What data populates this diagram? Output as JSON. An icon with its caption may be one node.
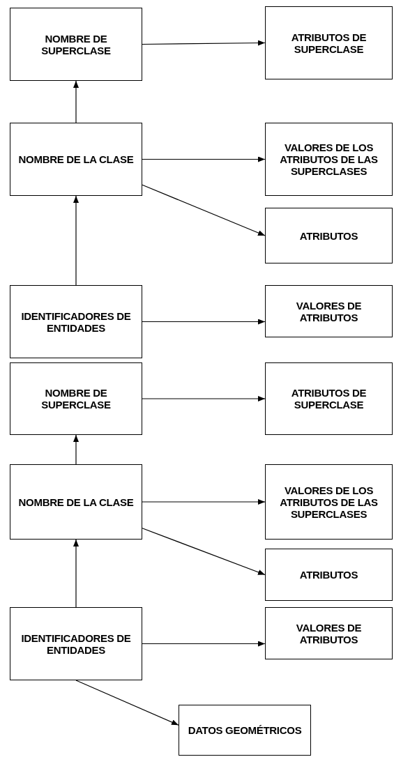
{
  "diagram": {
    "nodes": [
      {
        "text": [
          "NOMBRE DE SUPERCLASE"
        ]
      },
      {
        "text": [
          "ATRIBUTOS DE SUPERCLASE"
        ]
      },
      {
        "text": [
          "NOMBRE DE LA CLASE"
        ]
      },
      {
        "text": [
          "VALORES DE LOS ATRIBUTOS DE LAS SUPERCLASES"
        ]
      },
      {
        "text": [
          "ATRIBUTOS"
        ]
      },
      {
        "text": [
          "IDENTIFICADORES DE ENTIDADES"
        ]
      },
      {
        "text": [
          "VALORES DE ATRIBUTOS"
        ]
      },
      {
        "text": [
          "NOMBRE DE SUPERCLASE"
        ]
      },
      {
        "text": [
          "ATRIBUTOS DE SUPERCLASE"
        ]
      },
      {
        "text": [
          "NOMBRE DE LA CLASE"
        ]
      },
      {
        "text": [
          "VALORES DE LOS ATRIBUTOS DE LAS SUPERCLASES"
        ]
      },
      {
        "text": [
          "ATRIBUTOS"
        ]
      },
      {
        "text": [
          "IDENTIFICADORES DE ENTIDADES"
        ]
      },
      {
        "text": [
          "VALORES DE ATRIBUTOS"
        ]
      },
      {
        "text": [
          "DATOS GEOMÉTRICOS"
        ]
      }
    ],
    "edges": [
      {
        "from": 0,
        "to": 1,
        "arrow": "to"
      },
      {
        "from": 2,
        "to": 0,
        "arrow": "to"
      },
      {
        "from": 2,
        "to": 3,
        "arrow": "to"
      },
      {
        "from": 2,
        "to": 4,
        "arrow": "to"
      },
      {
        "from": 5,
        "to": 2,
        "arrow": "to"
      },
      {
        "from": 5,
        "to": 6,
        "arrow": "to"
      },
      {
        "from": 7,
        "to": 8,
        "arrow": "to"
      },
      {
        "from": 9,
        "to": 7,
        "arrow": "to"
      },
      {
        "from": 9,
        "to": 10,
        "arrow": "to"
      },
      {
        "from": 9,
        "to": 11,
        "arrow": "to"
      },
      {
        "from": 12,
        "to": 9,
        "arrow": "to"
      },
      {
        "from": 12,
        "to": 13,
        "arrow": "to"
      },
      {
        "from": 12,
        "to": 14,
        "arrow": "to"
      }
    ]
  }
}
